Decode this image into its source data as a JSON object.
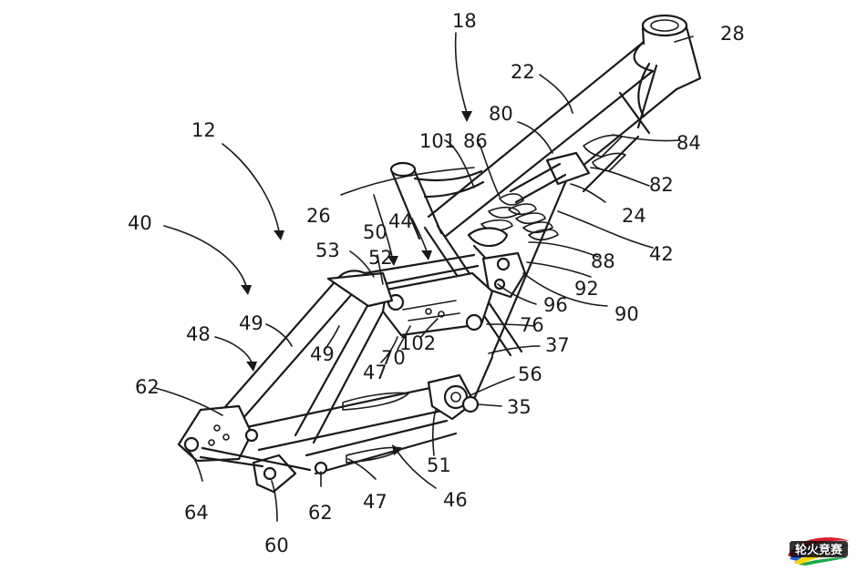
{
  "reference_numerals": [
    "12",
    "18",
    "22",
    "24",
    "26",
    "28",
    "35",
    "37",
    "40",
    "42",
    "44",
    "46",
    "47",
    "47",
    "48",
    "49",
    "49",
    "50",
    "51",
    "52",
    "53",
    "56",
    "60",
    "62",
    "62",
    "64",
    "70",
    "76",
    "80",
    "82",
    "84",
    "86",
    "88",
    "90",
    "92",
    "96",
    "101",
    "102"
  ],
  "logo": {
    "text": "轮火竞赛",
    "colors": [
      "#d81e28",
      "#1e5fd8",
      "#ffd400",
      "#1aa84a"
    ]
  },
  "ink_color": "#1a1a1a"
}
